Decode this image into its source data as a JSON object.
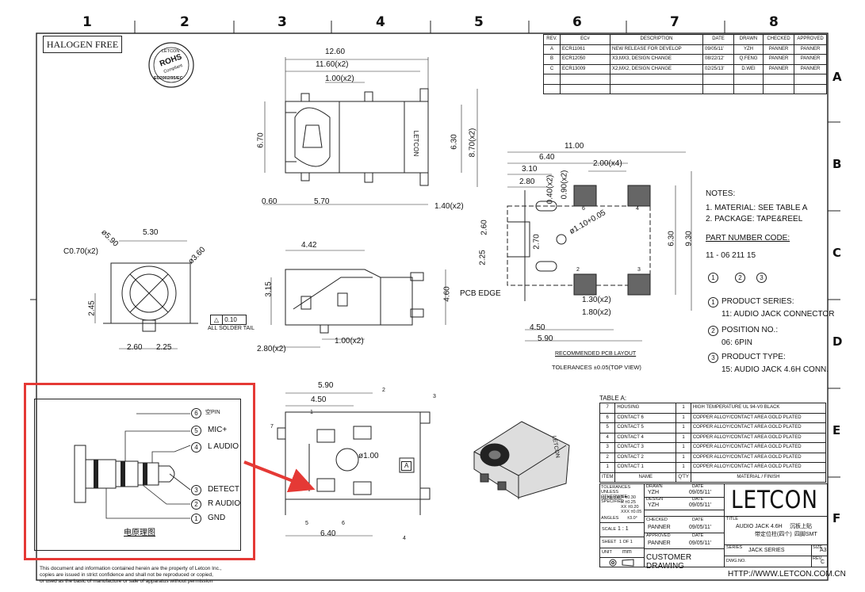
{
  "frame": {
    "columns": [
      "1",
      "2",
      "3",
      "4",
      "5",
      "6",
      "7",
      "8"
    ],
    "rows": [
      "A",
      "B",
      "C",
      "D",
      "E",
      "F"
    ]
  },
  "halogen_free": "HALOGEN FREE",
  "rohs_seal": {
    "top": "LETCON",
    "mid": "ROHS",
    "sub": "Compliant",
    "bottom": "EU2002/95/EC"
  },
  "revisions": {
    "headers": [
      "REV.",
      "EC#",
      "DESCRIPTION",
      "DATE",
      "DRAWN",
      "CHECKED",
      "APPROVED"
    ],
    "rows": [
      [
        "A",
        "ECR11061",
        "NEW RELEASE FOR DEVELOP",
        "09/05/11'",
        "YZH",
        "PANNER",
        "PANNER"
      ],
      [
        "B",
        "ECR12050",
        "X3,MX3, DESIGN CHANGE",
        "08/22/12'",
        "Q.FENG",
        "PANNER",
        "PANNER"
      ],
      [
        "C",
        "ECR13009",
        "X2,MX2, DESIGN CHANGE",
        "02/25/13'",
        "D.WEI",
        "PANNER",
        "PANNER"
      ]
    ]
  },
  "dims": {
    "top_view": [
      "12.60",
      "11.60(x2)",
      "1.00(x2)",
      "6.70",
      "6.30",
      "8.70(x2)",
      "0.60",
      "5.70",
      "1.40(x2)"
    ],
    "front_view": [
      "5.30",
      "C0.70(x2)",
      "ø5.90",
      "ø3.60",
      "2.45",
      "2.60",
      "2.25"
    ],
    "solder_tail": {
      "value": "0.10",
      "label": "ALL SOLDER TAIL"
    },
    "side_view": [
      "4.42",
      "3.15",
      "4.60",
      "2.80(x2)",
      "1.00(x2)"
    ],
    "pcb_layout": [
      "11.00",
      "6.40",
      "3.10",
      "2.80",
      "0.40(x2)",
      "0.90(x2)",
      "2.00(x4)",
      "2.60",
      "2.25",
      "2.70",
      "ø1.10+0.05",
      "6.30",
      "9.30",
      "1.30(x2)",
      "1.80(x2)",
      "4.50",
      "5.90"
    ],
    "pcb_edge": "PCB EDGE",
    "pcb_pins": [
      "6",
      "4",
      "2",
      "3"
    ],
    "bottom_view": [
      "5.90",
      "4.50",
      "ø1.00",
      "6.40"
    ],
    "bottom_callouts": [
      "1",
      "2",
      "3",
      "4",
      "5",
      "6",
      "7"
    ]
  },
  "pcb_caption": {
    "title": "RECOMMENDED PCB LAYOUT",
    "tol": "TOLERANCES ±0.05(TOP VIEW)"
  },
  "marking": "LETCON",
  "marker_a": "A",
  "notes": {
    "title": "NOTES:",
    "items": [
      "1. MATERIAL: SEE TABLE A",
      "2. PACKAGE: TAPE&REEL"
    ],
    "pn_title": "PART NUMBER CODE:",
    "pn_code": "11 - 06 211 15",
    "pn_circles": [
      "1",
      "2",
      "3"
    ],
    "series": [
      "PRODUCT SERIES:",
      "11: AUDIO JACK CONNECTOR"
    ],
    "position": [
      "POSITION NO.:",
      "06: 6PIN"
    ],
    "type": [
      "PRODUCT TYPE:",
      "15: AUDIO JACK 4.6H CONN."
    ]
  },
  "table_a": {
    "title": "TABLE A:",
    "rows": [
      [
        "7",
        "HOUSING",
        "1",
        "HIGH TEMPERATURE UL 94-V0 BLACK"
      ],
      [
        "6",
        "CONTACT 6",
        "1",
        "COPPER ALLOY/CONTACT AREA GOLD PLATED"
      ],
      [
        "5",
        "CONTACT 5",
        "1",
        "COPPER ALLOY/CONTACT AREA GOLD PLATED"
      ],
      [
        "4",
        "CONTACT 4",
        "1",
        "COPPER ALLOY/CONTACT AREA GOLD PLATED"
      ],
      [
        "3",
        "CONTACT 3",
        "1",
        "COPPER ALLOY/CONTACT AREA GOLD PLATED"
      ],
      [
        "2",
        "CONTACT 2",
        "1",
        "COPPER ALLOY/CONTACT AREA GOLD PLATED"
      ],
      [
        "1",
        "CONTACT 1",
        "1",
        "COPPER ALLOY/CONTACT AREA GOLD PLATED"
      ]
    ],
    "headers": [
      "ITEM",
      "NAME",
      "Q'TY",
      "MATERIAL / FINISH"
    ]
  },
  "schematic": {
    "pins": [
      {
        "n": "6",
        "label": "空PIN"
      },
      {
        "n": "5",
        "label": "MIC+"
      },
      {
        "n": "4",
        "label": "L AUDIO"
      },
      {
        "n": "3",
        "label": "DETECT"
      },
      {
        "n": "2",
        "label": "R AUDIO"
      },
      {
        "n": "1",
        "label": "GND"
      }
    ],
    "caption": "电原理图",
    "highlight_color": "#e53935"
  },
  "title_block": {
    "tol_title": "TOLERANCES UNLESS OTHERWISE SPECIFIED",
    "tol_general": "GENERAL",
    "tol_rows": [
      "X  ±0.30",
      "X  ±0.25",
      "XX ±0.20",
      "XXX ±0.05"
    ],
    "angles_label": "ANGLES",
    "angles_value": "±3.0°",
    "scale_label": "SCALE",
    "scale_value": "1 : 1",
    "sheet_label": "SHEET",
    "sheet_value": "1 OF 1",
    "unit_label": "UNIT",
    "unit_value": "mm",
    "drawn_label": "DRAWN",
    "design_label": "DESIGN",
    "checked_label": "CHECKED",
    "approved_label": "APPROVED",
    "date_label": "DATE",
    "drawn": "YZH",
    "design": "YZH",
    "checked": "PANNER",
    "approved": "PANNER",
    "date_value": "09/05/11'",
    "brand": "LETCON",
    "title_label": "TITLE",
    "title_en": "AUDIO JACK 4.6H",
    "title_cn1": "沉板上贴",
    "title_cn2": "带定位柱(四个)",
    "title_cn3": "四脚SMT",
    "customer": "CUSTOMER DRAWING",
    "series_label": "SERIES",
    "series": "JACK SERIES",
    "size_label": "SIZE",
    "size": "A3",
    "dwg_label": "DWG.NO.",
    "rev_label": "REV.",
    "rev": "C",
    "url": "HTTP://WWW.LETCON.COM.CN"
  },
  "disclaimer": [
    "This document and information contained herein are the property of Letcon Inc.,",
    "copies are issued in strict confidence and shall not be reproduced or copied,",
    "or used as the basic of manufacture or sale of apparatus without permission"
  ]
}
